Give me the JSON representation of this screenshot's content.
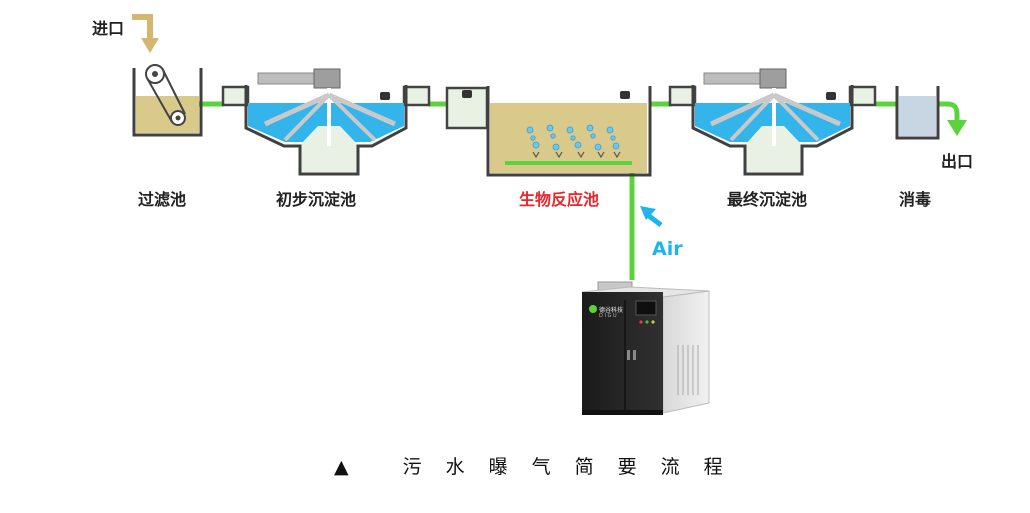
{
  "labels": {
    "inlet": "进口",
    "outlet": "出口",
    "filter_tank": "过滤池",
    "primary_clarifier": "初步沉淀池",
    "bioreactor": "生物反应池",
    "final_clarifier": "最终沉淀池",
    "disinfection": "消毒",
    "air": "Air",
    "machine_brand": "德谷科技",
    "machine_brand_sub": "D I G U"
  },
  "caption": "▲ 污水曝气简要流程",
  "colors": {
    "pipe": "#5ad43a",
    "sludge": "#d9c98a",
    "water": "#33b4ea",
    "arrow_in": "#d3b770",
    "air": "#1cb5f0",
    "highlight": "#e8262c"
  }
}
